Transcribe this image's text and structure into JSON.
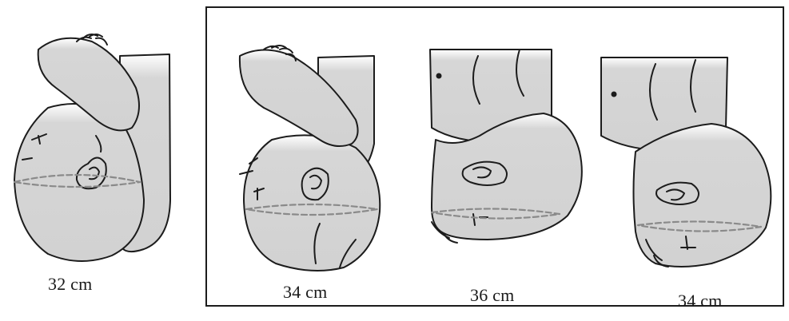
{
  "figures": [
    {
      "label": "32 cm"
    },
    {
      "label": "34 cm"
    },
    {
      "label": "36 cm"
    },
    {
      "label": "34 cm"
    }
  ],
  "colors": {
    "ink": "#1c1c1c",
    "shade": "#d6d6d6",
    "dashed_line": "#8a8a8a",
    "background": "#ffffff"
  }
}
